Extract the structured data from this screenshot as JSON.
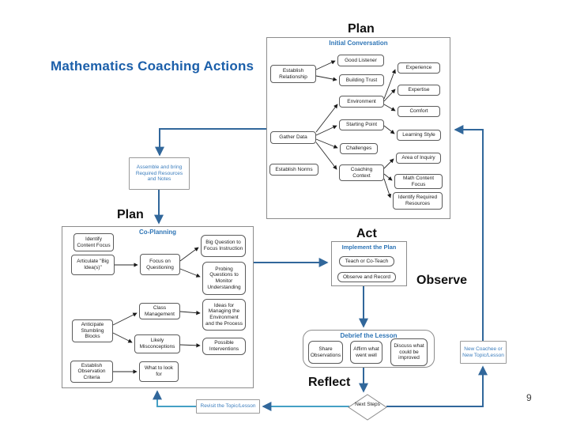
{
  "slide": {
    "page_number": "9"
  },
  "title": "Mathematics Coaching Actions",
  "phase_labels": {
    "plan_top": "Plan",
    "plan_left": "Plan",
    "act": "Act",
    "observe": "Observe",
    "reflect": "Reflect"
  },
  "colors": {
    "accent_blue": "#1b5faa",
    "group_title_blue": "#2e75b6",
    "connector_dark_blue": "#31679b",
    "connector_light_blue": "#45a0c5",
    "box_border_gray": "#5b5b5b",
    "group_border_gray": "#8c8c8c"
  },
  "groups": {
    "initial_conversation": {
      "title": "Initial Conversation",
      "nodes": {
        "establish_relationship": "Establish Relationship",
        "good_listener": "Good Listener",
        "building_trust": "Building Trust",
        "environment": "Environment",
        "experience": "Experience",
        "expertise": "Expertise",
        "comfort": "Comfort",
        "gather_data": "Gather Data",
        "starting_point": "Starting Point",
        "learning_style": "Learning Style",
        "challenges": "Challenges",
        "establish_norms": "Establish Norms",
        "coaching_context": "Coaching Context",
        "area_of_inquiry": "Area of Inquiry",
        "math_content_focus": "Math Content Focus",
        "identify_required_resources": "Identify Required Resources"
      }
    },
    "co_planning": {
      "title": "Co-Planning",
      "nodes": {
        "identify_content_focus": "Identify Content Focus",
        "articulate_big_ideas": "Articulate \"Big Idea(s)\"",
        "focus_on_questioning": "Focus on Questioning",
        "big_question": "Big Question to Focus Instruction",
        "probing_questions": "Probing Questions to Monitor Understanding",
        "class_management": "Class Management",
        "ideas_for_managing": "Ideas for Managing the Environment and the Process",
        "anticipate_stumbling_blocks": "Anticipate Stumbling Blocks",
        "likely_misconceptions": "Likely Misconceptions",
        "possible_interventions": "Possible Interventions",
        "establish_observation_criteria": "Establish Observation Criteria",
        "what_to_look_for": "What to look for"
      }
    },
    "implement_the_plan": {
      "title": "Implement the Plan",
      "nodes": {
        "teach_or_co_teach": "Teach or Co-Teach",
        "observe_and_record": "Observe and Record"
      }
    },
    "debrief_the_lesson": {
      "title": "Debrief the Lesson",
      "nodes": {
        "share_observations": "Share Observations",
        "affirm_what_went_well": "Affirm what went well",
        "discuss_what_could_be_improved": "Discuss what could be improved"
      }
    }
  },
  "standalone_nodes": {
    "assemble_resources": "Assemble and bring Required Resources and Notes",
    "revisit_topic_lesson": "Revisit the Topic/Lesson",
    "new_coachee": "New Coachee or New Topic/Lesson",
    "next_steps": "Next Steps"
  }
}
